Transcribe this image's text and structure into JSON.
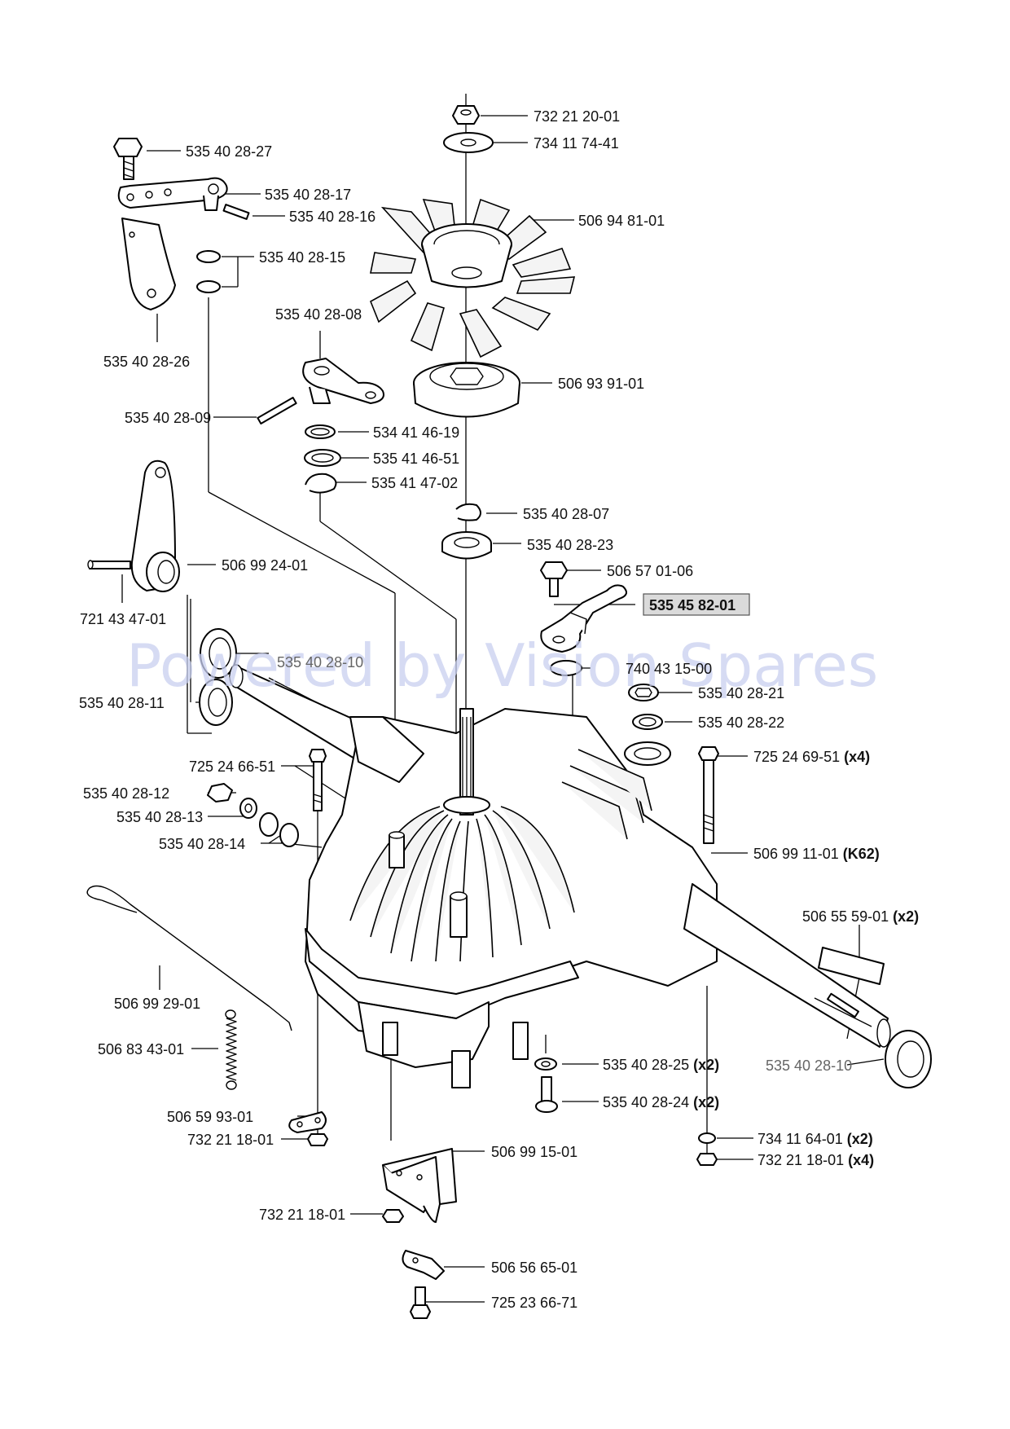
{
  "watermark": "Powered by Vision Spares",
  "labels": {
    "p732212001": "732 21 20-01",
    "p734117441": "734 11 74-41",
    "p535402827": "535 40 28-27",
    "p535402817": "535 40 28-17",
    "p535402816": "535 40 28-16",
    "p506948101": "506 94 81-01",
    "p535402815": "535 40 28-15",
    "p535402808": "535 40 28-08",
    "p535402826": "535 40 28-26",
    "p506939101": "506 93 91-01",
    "p535402809": "535 40 28-09",
    "p534414619": "534 41 46-19",
    "p535414651": "535 41 46-51",
    "p535414702": "535 41 47-02",
    "p535402807": "535 40 28-07",
    "p535402823": "535 40 28-23",
    "p506992401": "506 99 24-01",
    "p506570106": "506 57 01-06",
    "p535458201": "535 45 82-01",
    "p721434701": "721 43 47-01",
    "p535402810a": "535 40 28-10",
    "p740431500": "740 43 15-00",
    "p535402821": "535 40 28-21",
    "p535402811": "535 40 28-11",
    "p535402822": "535 40 28-22",
    "p725246651": "725 24 66-51",
    "p725246951": "725 24 69-51",
    "p725246951q": "(x4)",
    "p535402812": "535 40 28-12",
    "p535402813": "535 40 28-13",
    "p535402814": "535 40 28-14",
    "p506991101": "506 99 11-01",
    "p506991101q": "(K62)",
    "p506555901": "506 55 59-01",
    "p506555901q": "(x2)",
    "p506992901": "506 99 29-01",
    "p506834301": "506 83 43-01",
    "p535402825": "535 40 28-25",
    "p535402825q": "(x2)",
    "p535402810b": "535 40 28-10",
    "p535402824": "535 40 28-24",
    "p535402824q": "(x2)",
    "p506599301": "506 59 93-01",
    "p734116401": "734 11 64-01",
    "p734116401q": "(x2)",
    "p732211801a": "732 21 18-01",
    "p732211801b": "732 21 18-01",
    "p732211801bq": "(x4)",
    "p506991501": "506 99 15-01",
    "p732211801c": "732 21 18-01",
    "p506566501": "506 56 65-01",
    "p725236671": "725 23 66-71"
  }
}
